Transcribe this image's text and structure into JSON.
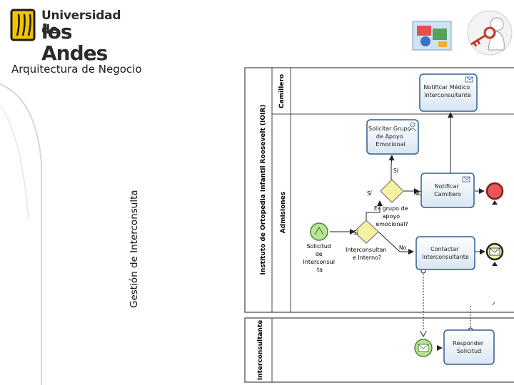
{
  "header": {
    "logo_line1": "Universidad de",
    "logo_line2": "los Andes",
    "title": "Arquitectura de Negocio"
  },
  "side_label": "Gestión de Interconsulta",
  "diagram": {
    "pool_main": "Instituto de Ortopedia Infantil Roosevelt (IOIR)",
    "lane_camillero": "Camillero",
    "lane_admisiones": "Admisiones",
    "pool_interconsultante": "Interconsultante",
    "tasks": {
      "notificar_medico": [
        "Notificar Médico",
        "Interconsultante"
      ],
      "solicitar_grupo": [
        "Solicitar Grupo",
        "de Apoyo",
        "Emocional"
      ],
      "notificar_camillero": [
        "Notificar",
        "Camillero"
      ],
      "contactar": [
        "Contactar",
        "Interconsultante"
      ],
      "responder": [
        "Responder",
        "Solicitud"
      ]
    },
    "events": {
      "start_label": [
        "Solicitud",
        "de",
        "Interconsul",
        "ta"
      ]
    },
    "gateways": {
      "g1_label": [
        "Interconsultan",
        "e Interno?"
      ],
      "g2_label": [
        "Es grupo de",
        "apoyo",
        "emocional?"
      ]
    },
    "flow_labels": {
      "si_1": "Sí",
      "no_1": "No",
      "si_2": "Sí",
      "si_3": "Sí",
      "no_2": "NO"
    }
  },
  "colors": {
    "lane_border": "#444444",
    "task_border": "#2f5f8f",
    "task_fill_top": "#ffffff",
    "task_fill_bottom": "#d9e6f2",
    "start_fill": "#b9e39a",
    "gateway_fill": "#f6f1a3",
    "end_fill": "#e8565a",
    "logo_yellow": "#f2c500"
  }
}
